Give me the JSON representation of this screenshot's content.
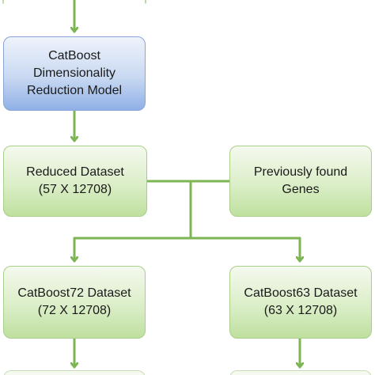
{
  "nodes": {
    "catboost_model": {
      "lines": [
        "CatBoost",
        "Dimensionality",
        "Reduction Model"
      ]
    },
    "reduced_dataset": {
      "lines": [
        "Reduced Dataset",
        "(57 X 12708)"
      ]
    },
    "previous_genes": {
      "lines": [
        "Previously found",
        "Genes"
      ]
    },
    "catboost72": {
      "lines": [
        "CatBoost72 Dataset",
        "(72 X 12708)"
      ]
    },
    "catboost63": {
      "lines": [
        "CatBoost63 Dataset",
        "(63 X 12708)"
      ]
    }
  },
  "colors": {
    "connector": "#7cb552",
    "green_border": "#a9cf8a",
    "blue_border": "#8aa6d6"
  }
}
